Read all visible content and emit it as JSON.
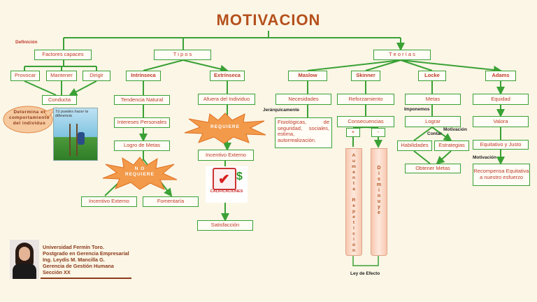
{
  "title": "MOTIVACION",
  "definicion_label": "Definición",
  "nodes": {
    "factores": "Factores capaces",
    "tipos": "T i p o s",
    "teorias": "T e o r í a s",
    "provocar": "Provocar",
    "mantener": "Mantener",
    "dirigir": "Dirigir",
    "conducta": "Conducta",
    "intrinseca": "Intrínseca",
    "extrinseca": "Extrínseca",
    "tendencia": "Tendencia Natural",
    "intereses": "Intereses Personales",
    "logro_metas": "Logro de Metas",
    "incentivo_externo_a": "Incentivo Externo",
    "fomentaria": "Fomentaría",
    "afuera": "Afuera del Individuo",
    "incentivo_externo_b": "Incentivo Externo",
    "satisfaccion": "Satisfacción",
    "maslow": "Maslow",
    "skinner": "Skinner",
    "locke": "Locke",
    "adams": "Adams",
    "necesidades": "Necesidades",
    "jerarquicamente": "Jerárquicamente",
    "fisiologicas": "Fisiológicas, de seguridad, sociales, estima, autorrealización.",
    "reforzamiento": "Reforzamiento",
    "consecuencias": "Consecuencias",
    "plus": "+",
    "minus": "-",
    "aumenta": "Aumenta Repetición",
    "disminuye": "Disminuye",
    "ley": "Ley de Efecto",
    "metas": "Metas",
    "imponemos": "Imponemos",
    "lograr": "Lograr",
    "contar": "Contar",
    "motivacion_a": "Motivación",
    "habilidades": "Habilidades",
    "estrategias": "Estrategias",
    "obtener": "Obtener Metas",
    "equidad": "Equidad",
    "valora": "Valora",
    "equitativo": "Equitativo y Justo",
    "motivacion_b": "Motivación",
    "recompensa": "Recompensa Equitativa a nuestro esfuerzo"
  },
  "callout": "Determina el comportamiento del individuo",
  "star_requiere": "REQUIERE",
  "star_no_line1": "N O",
  "star_no_line2": "REQUIERE",
  "photo1_caption": "Tú puedes hacer la diferencia",
  "photo2_caption": "CALIFICACIONES",
  "credits": [
    "Universidad Fermín Toro.",
    "Postgrado en Gerencia Empresarial",
    "Ing. Leydis M. Mancilla G.",
    "Gerencia de Gestión Humana",
    "Sección XX"
  ],
  "colors": {
    "line": "#3aa135",
    "text": "#c0392b",
    "title": "#b5501d",
    "star": "#f29a4a"
  }
}
